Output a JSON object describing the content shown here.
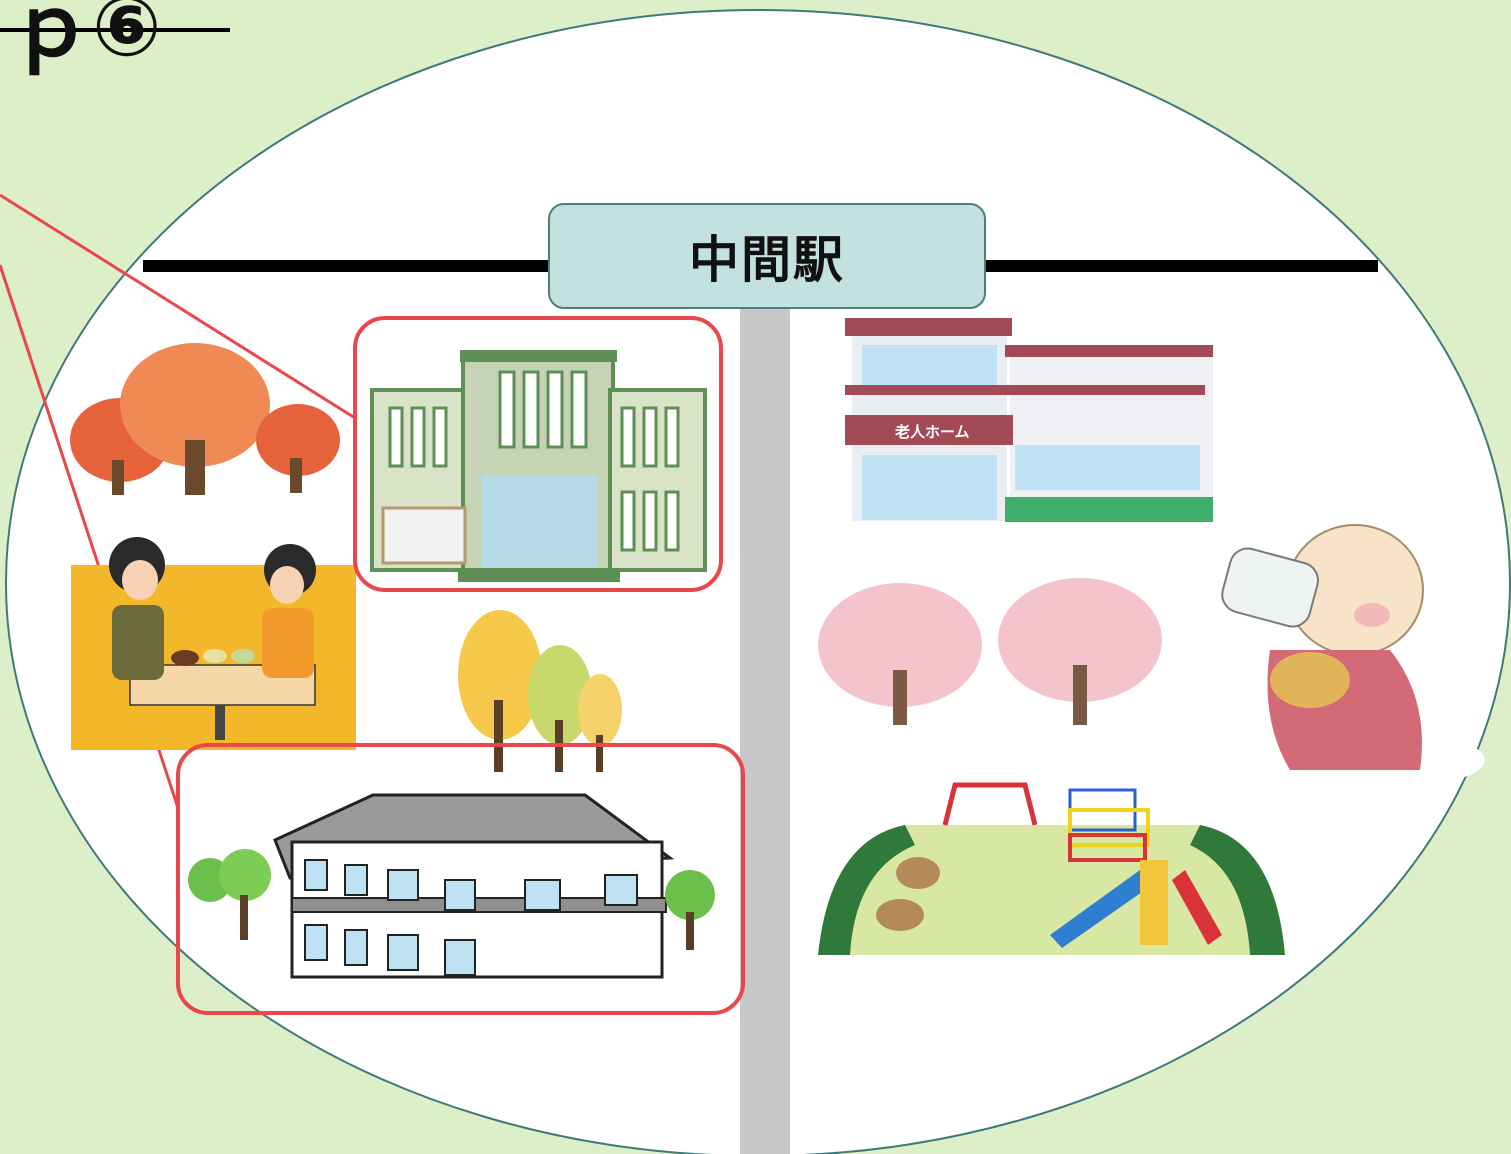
{
  "station": {
    "name": "中間駅"
  },
  "corner": {
    "partial_text": "ｐ⑥"
  },
  "signs": {
    "nursing_home": "老人ホーム"
  },
  "colors": {
    "background": "#dcefc9",
    "circle_fill": "#ffffff",
    "circle_stroke": "#3f7a78",
    "highlight": "#e8484b",
    "rail": "#000000",
    "road": "#c8c8c8",
    "station_box": "#c3e1df"
  },
  "illustrations": [
    "autumn-trees-icon",
    "restaurant-couple-icon",
    "city-hall-building-icon",
    "yellow-trees-icon",
    "apartment-building-icon",
    "nursing-home-building-icon",
    "cherry-blossom-trees-icon",
    "baby-drinking-icon",
    "playground-icon"
  ]
}
